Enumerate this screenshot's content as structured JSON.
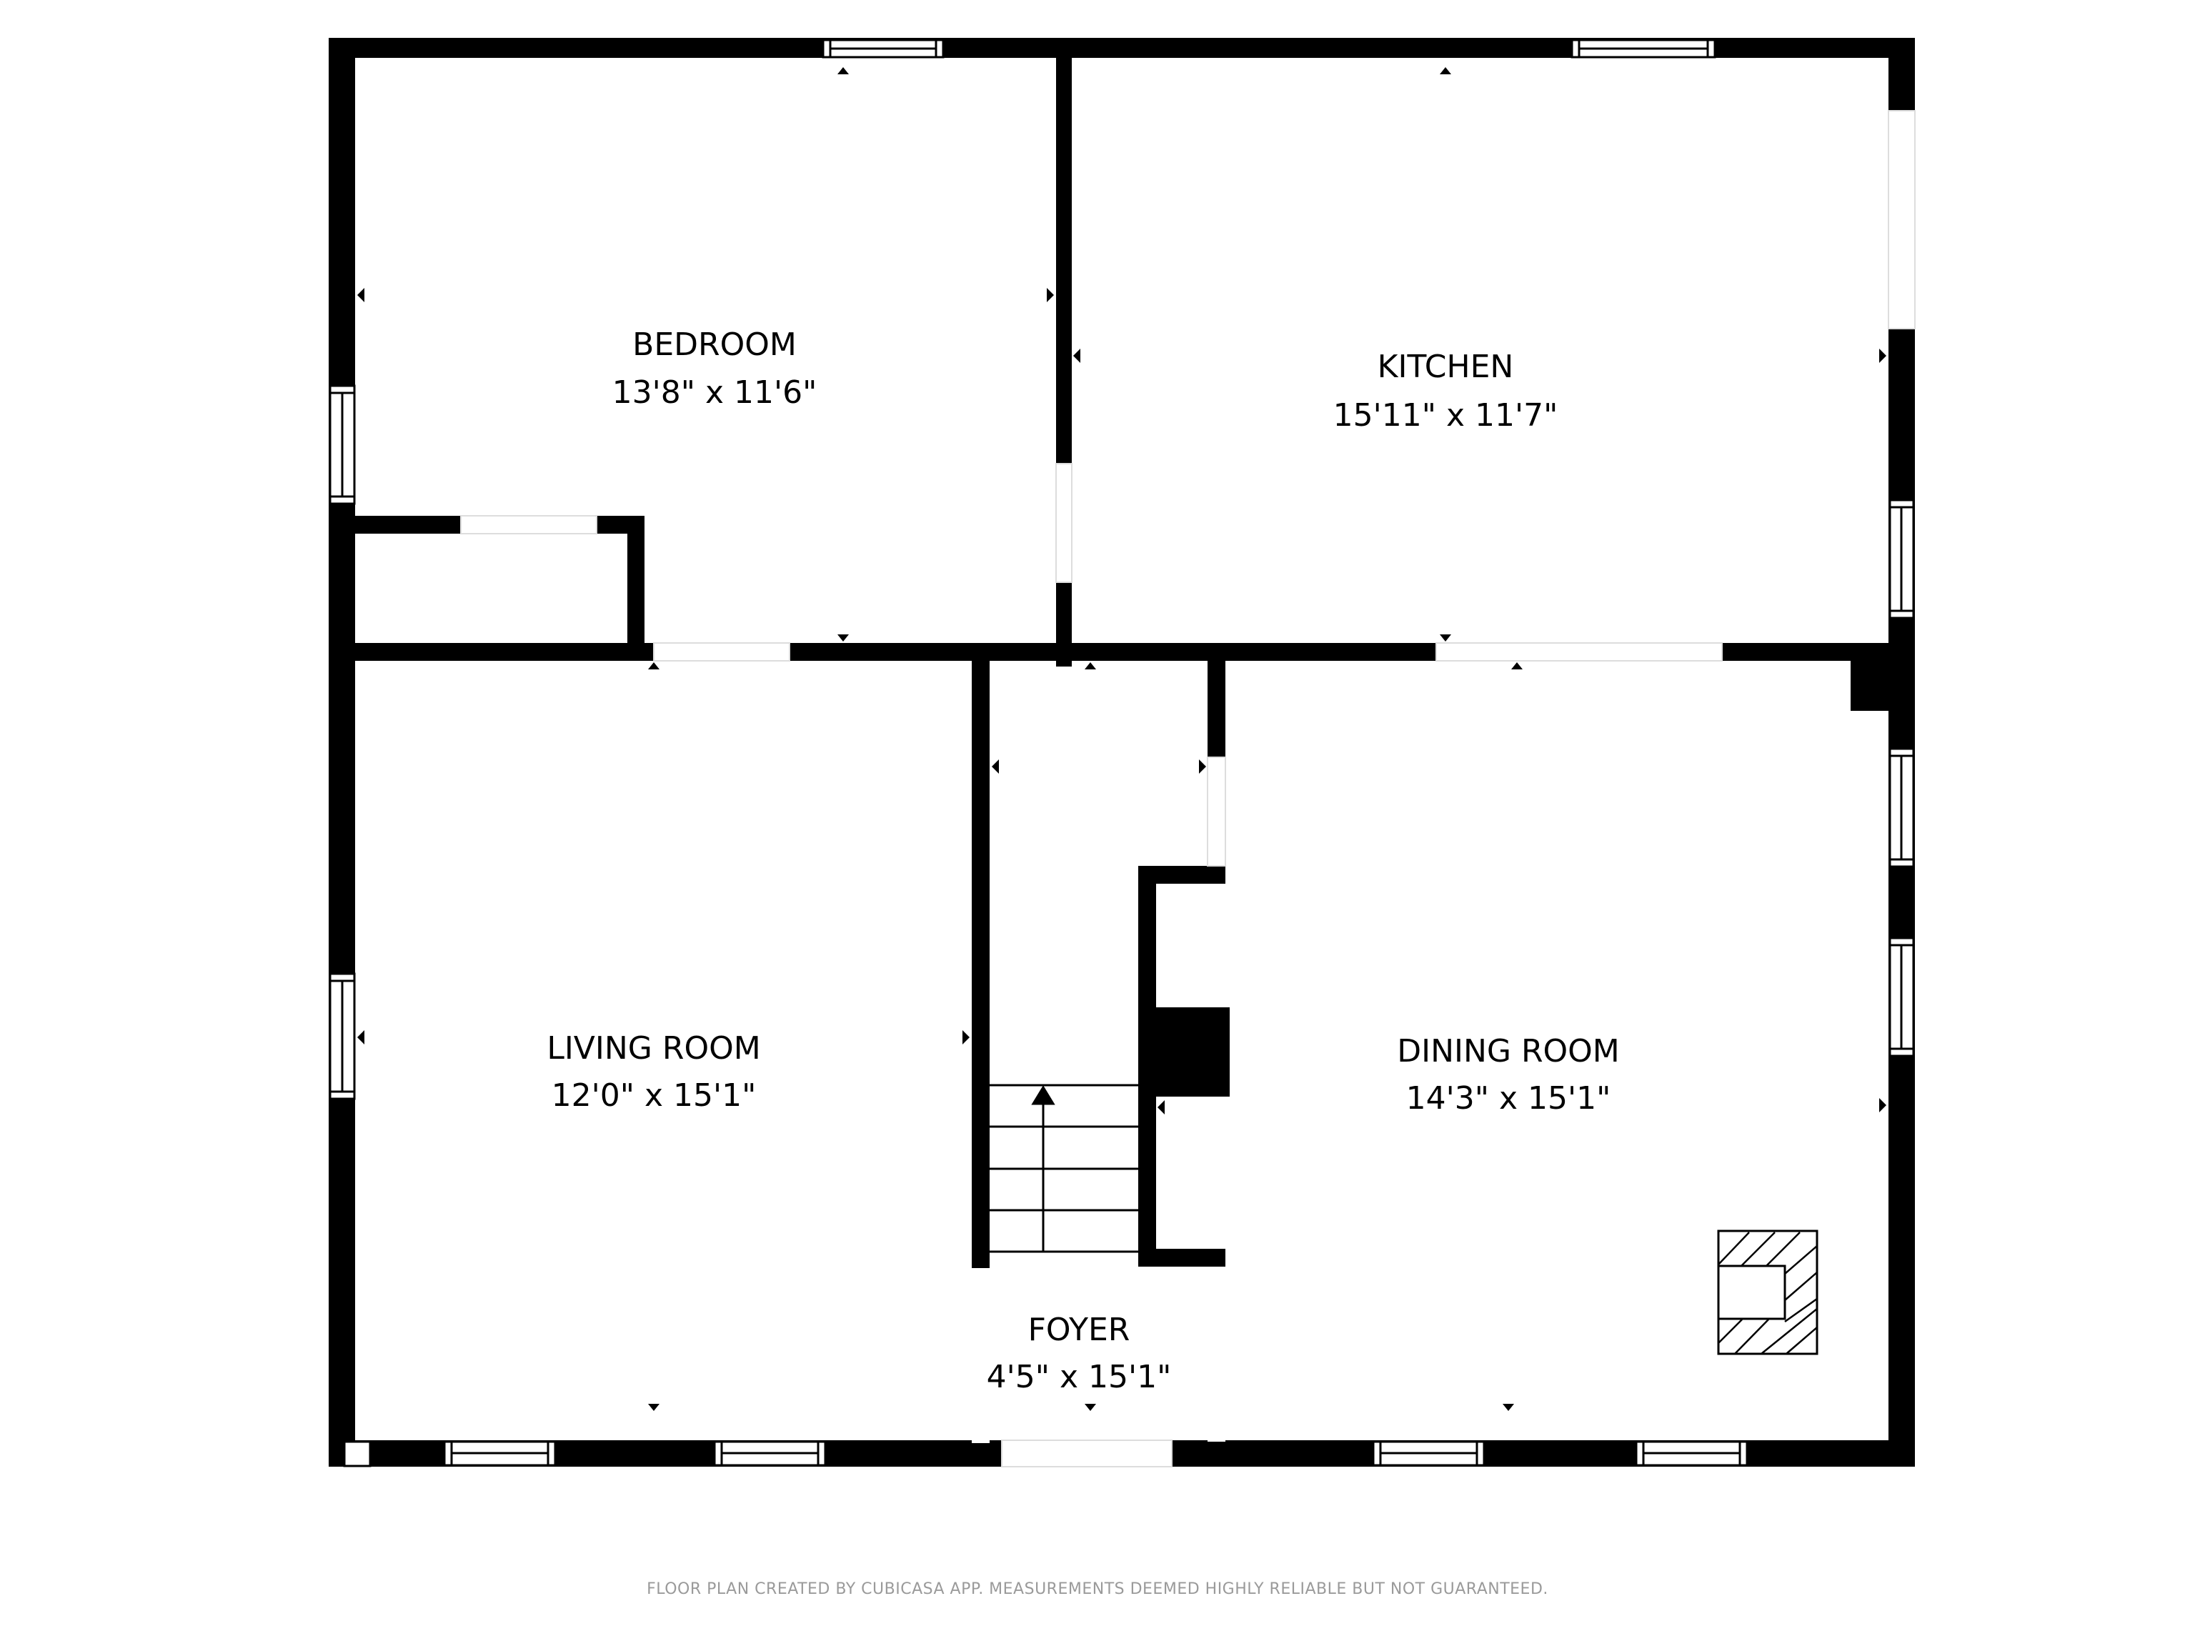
{
  "floorplan": {
    "rooms": [
      {
        "name": "BEDROOM",
        "dimensions": "13'8\" x 11'6\""
      },
      {
        "name": "KITCHEN",
        "dimensions": "15'11\" x 11'7\""
      },
      {
        "name": "LIVING ROOM",
        "dimensions": "12'0\" x 15'1\""
      },
      {
        "name": "DINING ROOM",
        "dimensions": "14'3\" x 15'1\""
      },
      {
        "name": "FOYER",
        "dimensions": "4'5\" x 15'1\""
      }
    ],
    "symbols": [
      "window-icon",
      "door-opening",
      "stairs-icon",
      "fireplace-icon",
      "chimney-block",
      "wall-marker-arrow"
    ],
    "colors": {
      "wall": "#000000",
      "background": "#ffffff",
      "footer_text": "#9a9a9a"
    }
  },
  "footer": {
    "disclaimer": "FLOOR PLAN CREATED BY CUBICASA APP. MEASUREMENTS DEEMED HIGHLY RELIABLE BUT NOT GUARANTEED."
  }
}
